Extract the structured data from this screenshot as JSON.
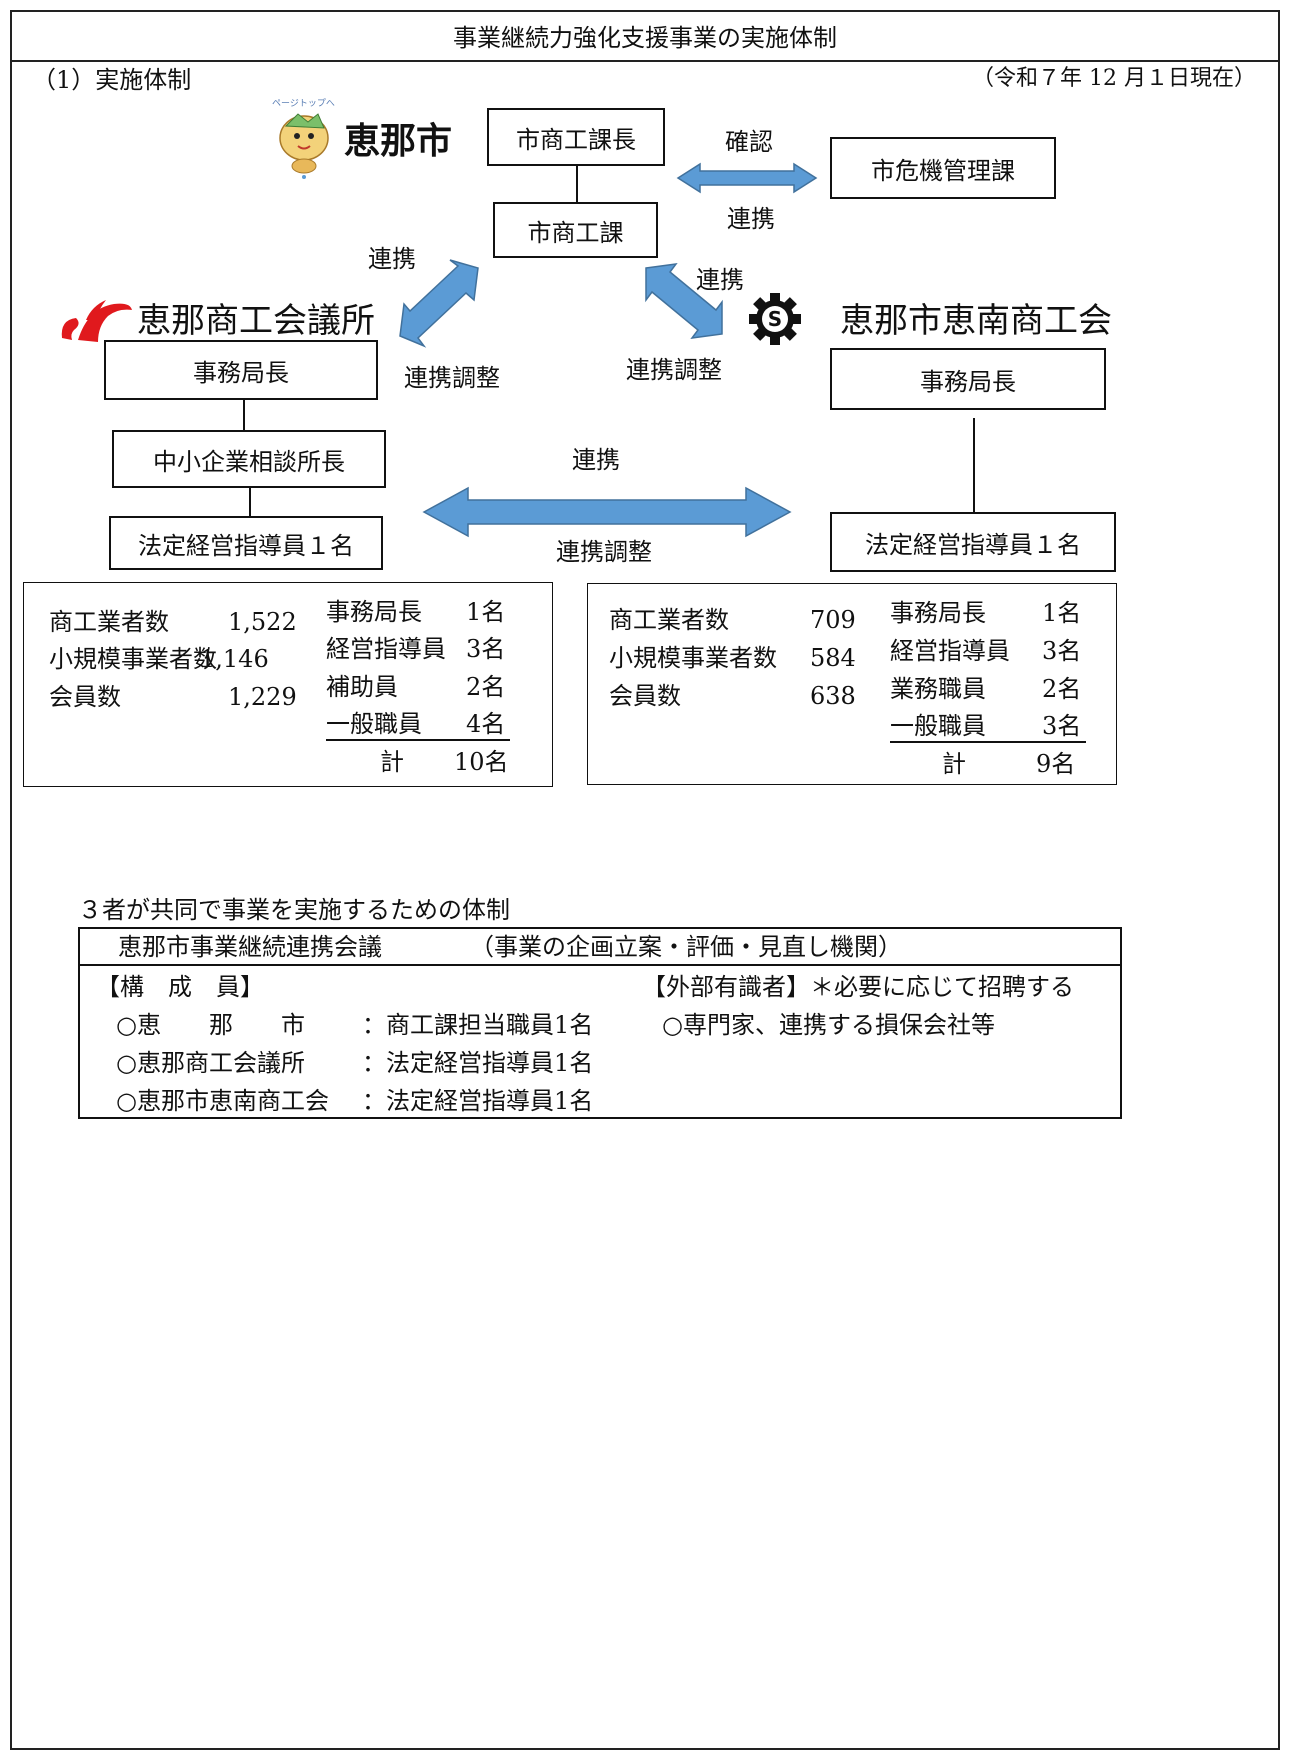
{
  "title": "事業継続力強化支援事業の実施体制",
  "section_label": "（1）実施体制",
  "date_note": "（令和７年 12 月１日現在）",
  "city": {
    "name": "恵那市",
    "mascot_badge": "ページトップへ",
    "chief": "市商工課長",
    "division": "市商工課",
    "crisis_dept": "市危機管理課",
    "confirm_label": "確認",
    "link_label": "連携"
  },
  "arrows": {
    "left_top": "連携",
    "left_bottom": "連携調整",
    "right_top": "連携",
    "right_bottom": "連携調整",
    "middle_top": "連携",
    "middle_bottom": "連携調整"
  },
  "chamber_left": {
    "name": "恵那商工会議所",
    "director": "事務局長",
    "sme_head": "中小企業相談所長",
    "advisor": "法定経営指導員１名",
    "stats": [
      {
        "label": "商工業者数",
        "value": "1,522"
      },
      {
        "label": "小規模事業者数",
        "value": "1,146"
      },
      {
        "label": "会員数",
        "value": "1,229"
      }
    ],
    "staff": [
      {
        "label": "事務局長",
        "value": "1名"
      },
      {
        "label": "経営指導員",
        "value": "3名"
      },
      {
        "label": "補助員",
        "value": "2名"
      },
      {
        "label": "一般職員",
        "value": "4名"
      }
    ],
    "total_label": "計",
    "total_value": "10名"
  },
  "chamber_right": {
    "name": "恵那市恵南商工会",
    "director": "事務局長",
    "advisor": "法定経営指導員１名",
    "stats": [
      {
        "label": "商工業者数",
        "value": "709"
      },
      {
        "label": "小規模事業者数",
        "value": "584"
      },
      {
        "label": "会員数",
        "value": "638"
      }
    ],
    "staff": [
      {
        "label": "事務局長",
        "value": "1名"
      },
      {
        "label": "経営指導員",
        "value": "3名"
      },
      {
        "label": "業務職員",
        "value": "2名"
      },
      {
        "label": "一般職員",
        "value": "3名"
      }
    ],
    "total_label": "計",
    "total_value": "9名"
  },
  "joint": {
    "heading": "３者が共同で事業を実施するための体制",
    "council_name": "恵那市事業継続連携会議",
    "council_role": "（事業の企画立案・評価・見直し機関）",
    "members_label": "【構　成　員】",
    "experts_label": "【外部有識者】＊必要に応じて招聘する",
    "members": [
      {
        "org": "○恵　　那　　市",
        "role": "：商工課担当職員1名"
      },
      {
        "org": "○恵那商工会議所",
        "role": "：法定経営指導員1名"
      },
      {
        "org": "○恵那市恵南商工会",
        "role": "：法定経営指導員1名"
      }
    ],
    "experts": "○専門家、連携する損保会社等"
  },
  "colors": {
    "arrow": "#5b9bd5",
    "arrow_stroke": "#41719c",
    "logo_red": "#e0191d"
  }
}
